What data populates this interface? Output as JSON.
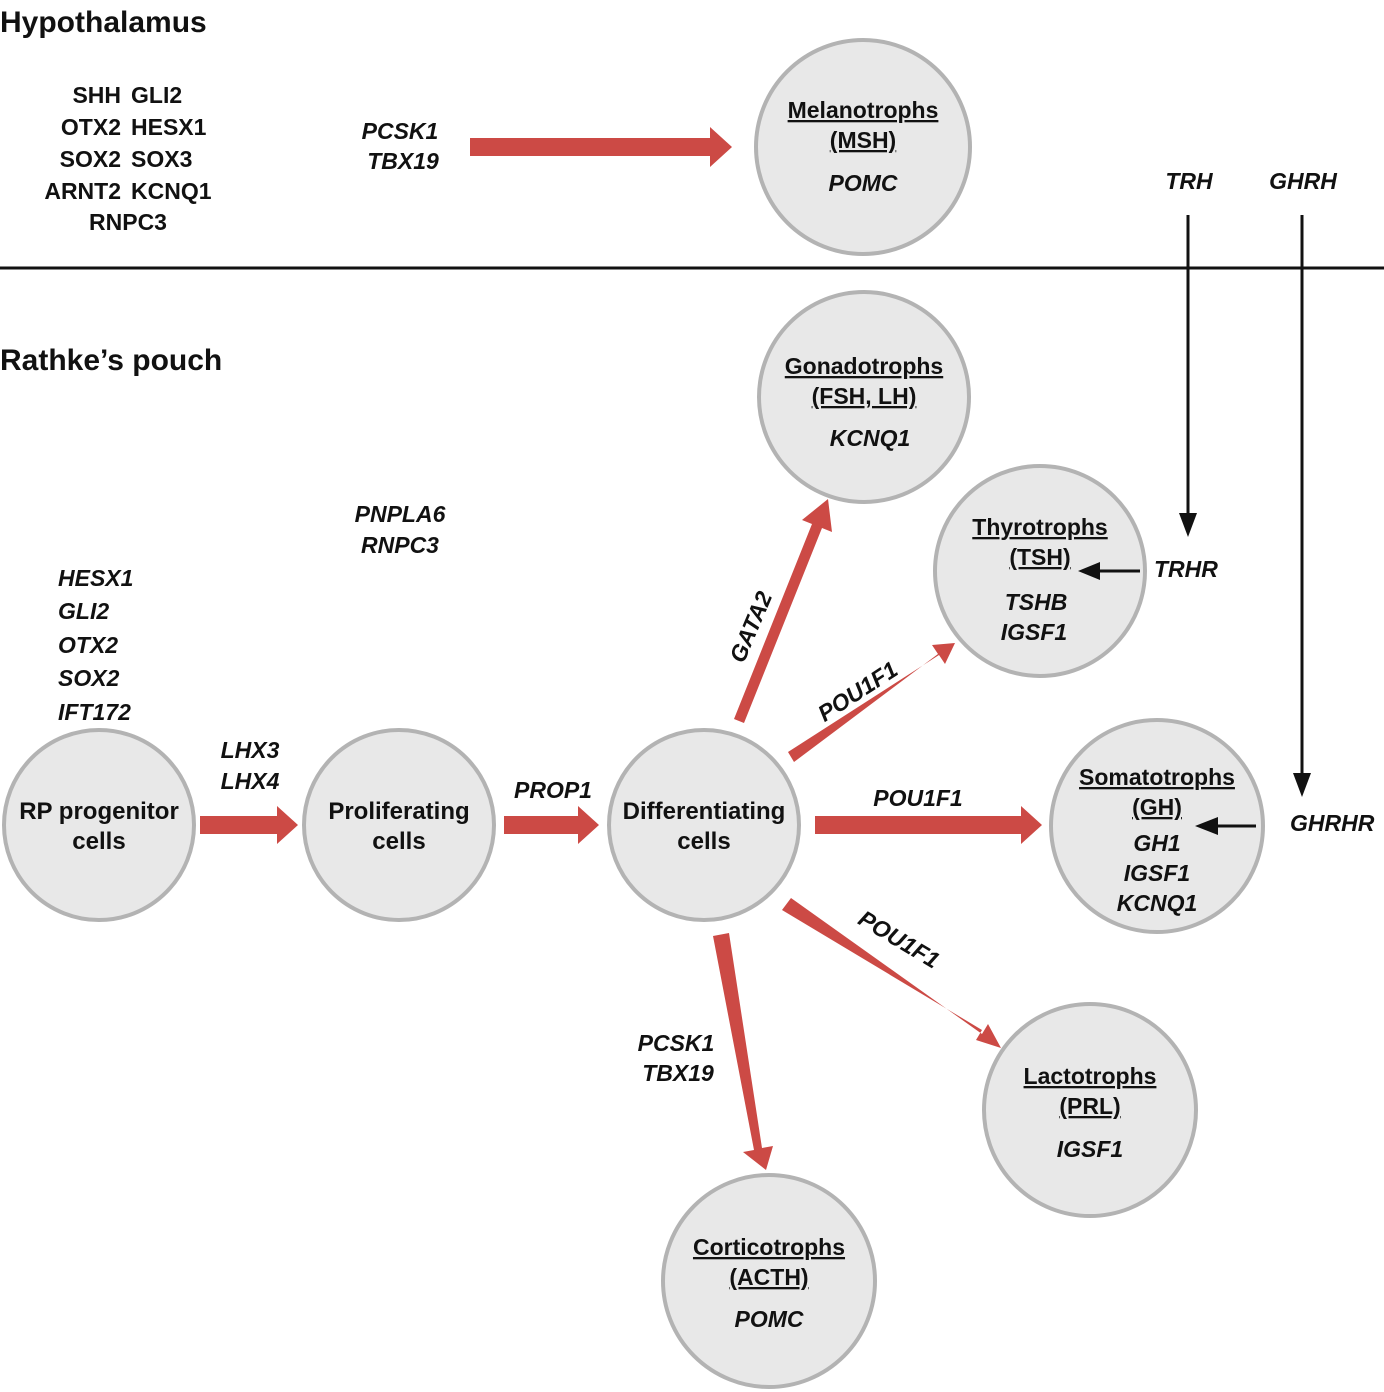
{
  "sections": {
    "hypothalamus": "Hypothalamus",
    "rathke": "Rathke’s pouch"
  },
  "hypothalamus_genes": {
    "row1": [
      "SHH",
      "GLI2"
    ],
    "row2": [
      "OTX2",
      "HESX1"
    ],
    "row3": [
      "SOX2",
      "SOX3"
    ],
    "row4": [
      "ARNT2",
      "KCNQ1"
    ],
    "row5": "RNPC3"
  },
  "melanotroph_path": [
    "PCSK1",
    "TBX19"
  ],
  "melanotrophs": {
    "title1": "Melanotrophs",
    "title2": "(MSH)",
    "markers": [
      "POMC"
    ]
  },
  "hormones": {
    "trh": "TRH",
    "ghrh": "GHRH"
  },
  "progenitor_genes": [
    "HESX1",
    "GLI2",
    "OTX2",
    "SOX2",
    "IFT172"
  ],
  "proliferation_genes": [
    "PNPLA6",
    "RNPC3"
  ],
  "rp_progenitor": {
    "line1": "RP progenitor",
    "line2": "cells"
  },
  "lhx_genes": [
    "LHX3",
    "LHX4"
  ],
  "proliferating": {
    "line1": "Proliferating",
    "line2": "cells"
  },
  "prop1": "PROP1",
  "differentiating": {
    "line1": "Differentiating",
    "line2": "cells"
  },
  "gata2": "GATA2",
  "pou1f1": "POU1F1",
  "corticotroph_path": [
    "PCSK1",
    "TBX19"
  ],
  "gonadotrophs": {
    "title1": "Gonadotrophs",
    "title2": "(FSH, LH)",
    "markers": [
      "KCNQ1"
    ]
  },
  "thyrotrophs": {
    "title1": "Thyrotrophs",
    "title2": "(TSH)",
    "markers": [
      "TSHB",
      "IGSF1"
    ]
  },
  "somatotrophs": {
    "title1": "Somatotrophs",
    "title2": "(GH)",
    "markers": [
      "GH1",
      "IGSF1",
      "KCNQ1"
    ]
  },
  "lactotrophs": {
    "title1": "Lactotrophs",
    "title2": "(PRL)",
    "markers": [
      "IGSF1"
    ]
  },
  "corticotrophs": {
    "title1": "Corticotrophs",
    "title2": "(ACTH)",
    "markers": [
      "POMC"
    ]
  },
  "receptors": {
    "trhr": "TRHR",
    "ghrhr": "GHRHR"
  },
  "colors": {
    "arrow": "#cc4a45",
    "circle_fill": "#e8e8e8",
    "circle_stroke": "#b3b3b3"
  }
}
